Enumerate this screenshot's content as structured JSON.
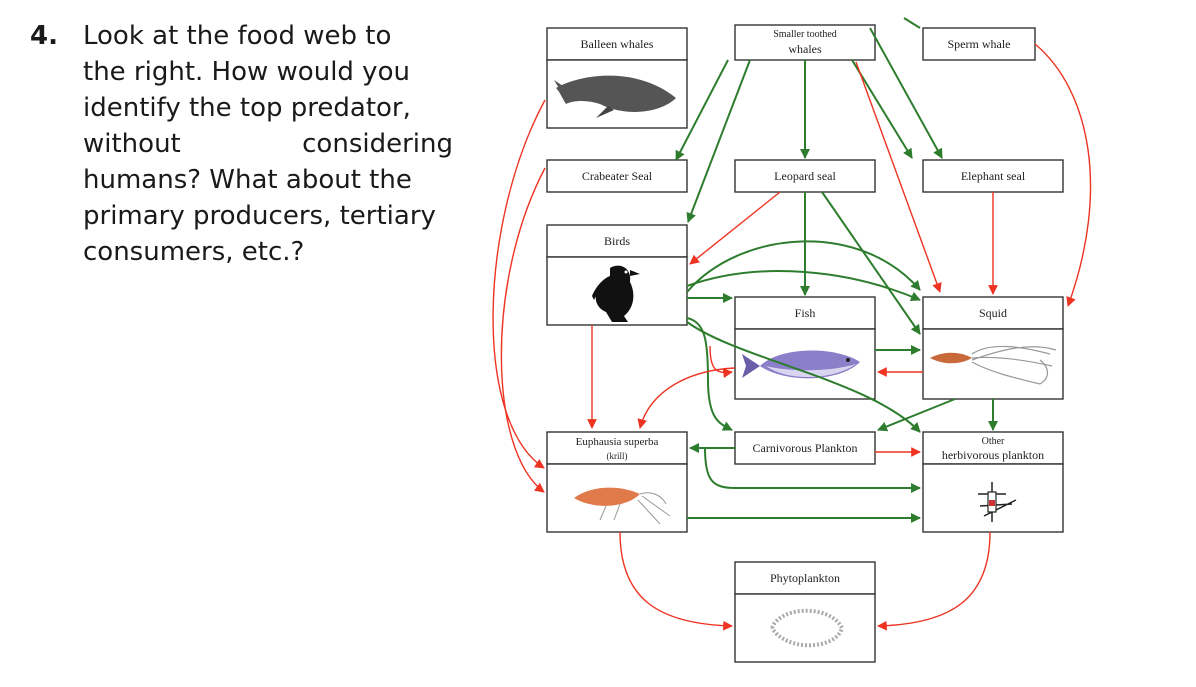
{
  "question": {
    "number": "4.",
    "line1": "Look at the food web to",
    "line2": "the right. How would you",
    "line3": "identify the top predator,",
    "line4_left": "without",
    "line4_right": "considering",
    "line5": "humans? What about the",
    "line6": "primary producers, tertiary",
    "line7": "consumers, etc.?"
  },
  "food_web": {
    "organisms": {
      "balleen_whales": "Balleen whales",
      "smaller_toothed_whales_1": "Smaller toothed",
      "smaller_toothed_whales_2": "whales",
      "sperm_whale": "Sperm whale",
      "crabeater_seal": "Crabeater Seal",
      "leopard_seal": "Leopard seal",
      "elephant_seal": "Elephant seal",
      "birds": "Birds",
      "fish": "Fish",
      "squid": "Squid",
      "krill_1": "Euphausia superba",
      "krill_2": "(krill)",
      "carnivorous_plankton": "Carnivorous Plankton",
      "herbivorous_plankton_1": "Other",
      "herbivorous_plankton_2": "herbivorous plankton",
      "phytoplankton": "Phytoplankton"
    },
    "arrow_colors": {
      "green": "#2e7d2e",
      "red": "#ee3322"
    }
  }
}
